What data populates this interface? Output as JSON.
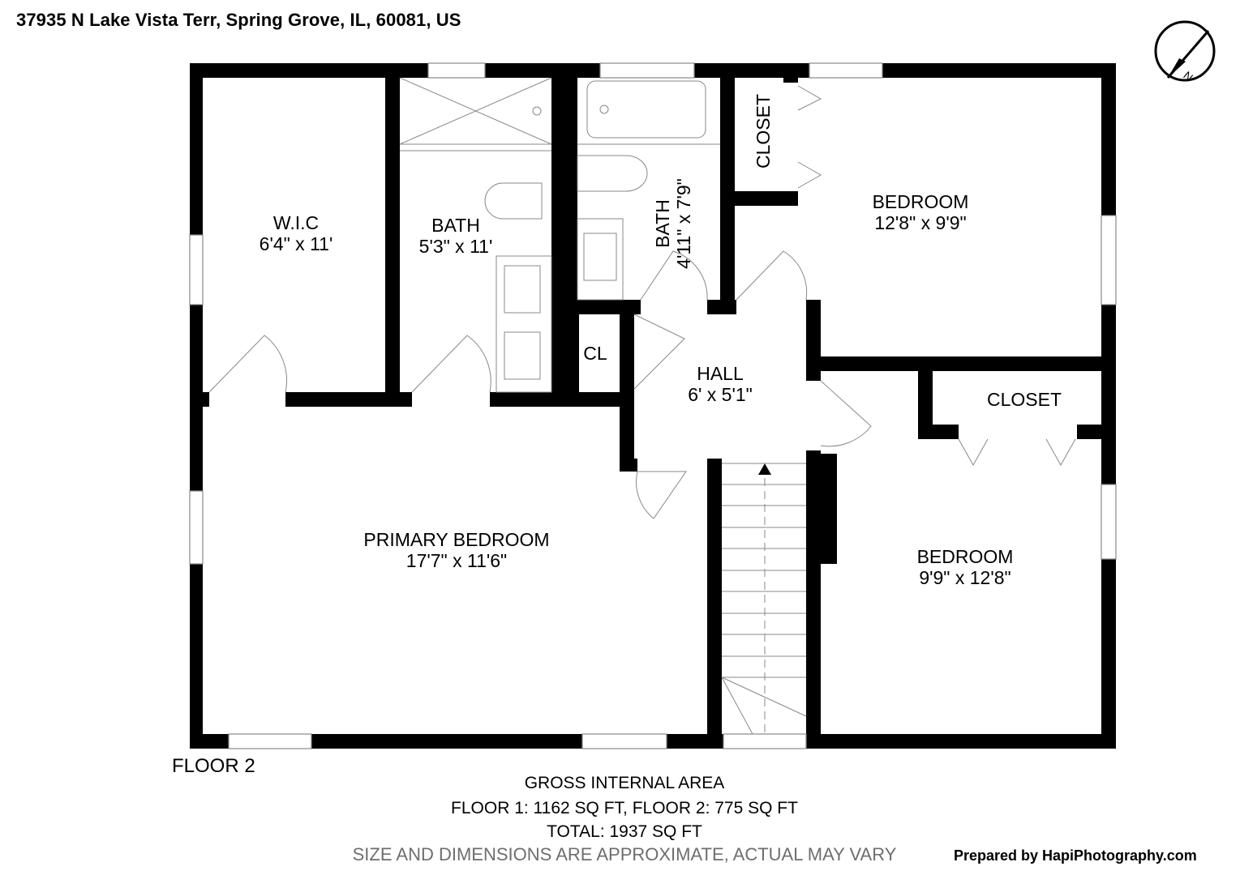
{
  "header": {
    "address": "37935 N Lake Vista Terr, Spring Grove, IL, 60081, US"
  },
  "compass": {
    "icon": "north-arrow-compass-icon",
    "label": "N"
  },
  "floor_label": "FLOOR 2",
  "rooms": {
    "wic": {
      "name": "W.I.C",
      "dims": "6'4\" x 11'"
    },
    "bath1": {
      "name": "BATH",
      "dims": "5'3\" x 11'"
    },
    "bath2": {
      "name": "BATH",
      "dims": "4'11\" x 7'9\""
    },
    "closet1": {
      "name": "CLOSET"
    },
    "bedroom1": {
      "name": "BEDROOM",
      "dims": "12'8\" x 9'9\""
    },
    "cl": {
      "name": "CL"
    },
    "hall": {
      "name": "HALL",
      "dims": "6' x 5'1\""
    },
    "closet2": {
      "name": "CLOSET"
    },
    "primary": {
      "name": "PRIMARY BEDROOM",
      "dims": "17'7\" x 11'6\""
    },
    "bedroom2": {
      "name": "BEDROOM",
      "dims": "9'9\" x 12'8\""
    }
  },
  "summary": {
    "title": "GROSS INTERNAL AREA",
    "floors": "FLOOR 1: 1162 SQ FT, FLOOR 2: 775 SQ FT",
    "total": "TOTAL: 1937 SQ FT",
    "disclaimer": "SIZE AND DIMENSIONS ARE APPROXIMATE, ACTUAL MAY VARY"
  },
  "credit": "Prepared by HapiPhotography.com",
  "colors": {
    "wall": "#000000",
    "fixture_line": "#888888",
    "disclaimer": "#6e6e6e"
  }
}
